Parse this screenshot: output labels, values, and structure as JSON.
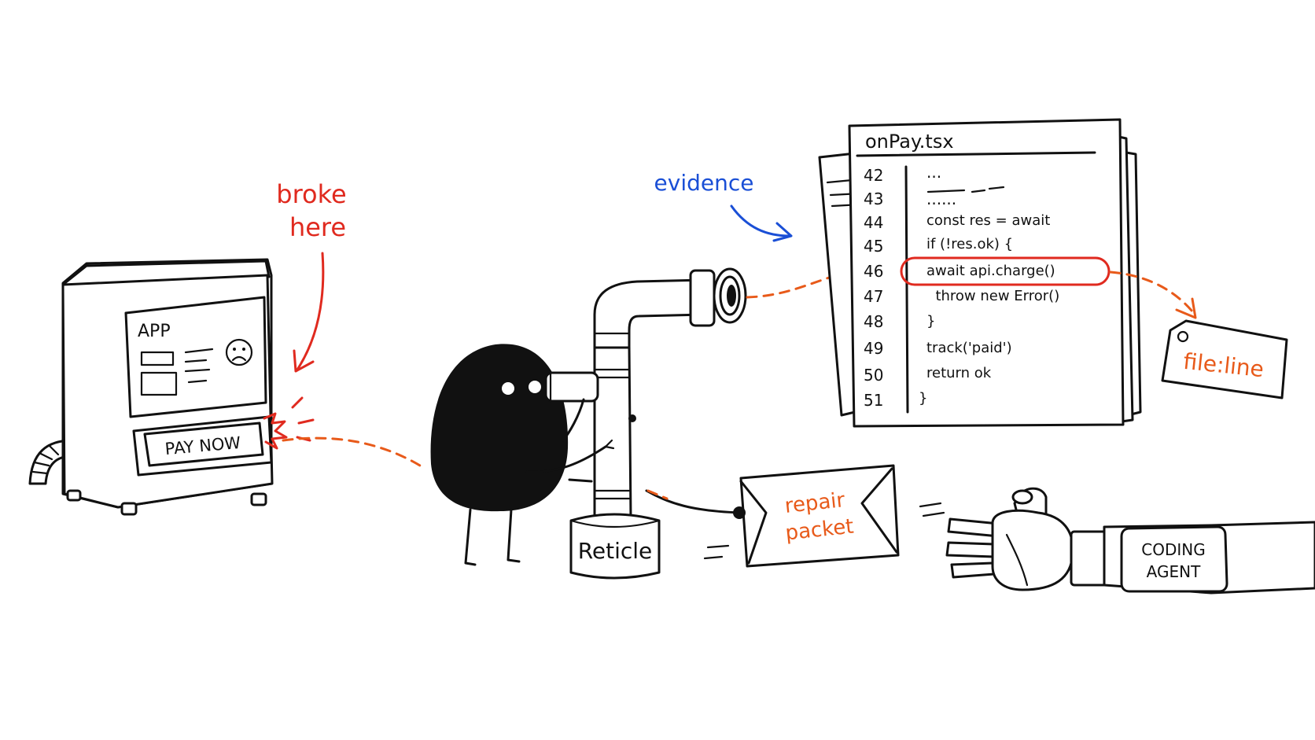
{
  "annotations": {
    "broke_line1": "broke",
    "broke_line2": "here",
    "evidence": "evidence"
  },
  "app_machine": {
    "screen_label": "APP",
    "button_label": "PAY NOW"
  },
  "code_file": {
    "filename": "onPay.tsx",
    "lines": [
      {
        "num": "42",
        "code": "..."
      },
      {
        "num": "43",
        "code": "......"
      },
      {
        "num": "44",
        "code": "const res = await"
      },
      {
        "num": "45",
        "code": "if (!res.ok) {"
      },
      {
        "num": "46",
        "code": "await api.charge()"
      },
      {
        "num": "47",
        "code": "  throw new Error()"
      },
      {
        "num": "48",
        "code": "}"
      },
      {
        "num": "49",
        "code": "track('paid')"
      },
      {
        "num": "50",
        "code": "return ok"
      },
      {
        "num": "51",
        "code": "}"
      }
    ],
    "highlighted_line": "46"
  },
  "tag": {
    "label": "file:line"
  },
  "periscope": {
    "base_label": "Reticle"
  },
  "envelope": {
    "line1": "repair",
    "line2": "packet"
  },
  "agent_arm": {
    "line1": "CODING",
    "line2": "AGENT"
  },
  "colors": {
    "ink": "#111111",
    "red": "#e02a1f",
    "orange": "#e85a1a",
    "blue": "#1a4fd6"
  }
}
